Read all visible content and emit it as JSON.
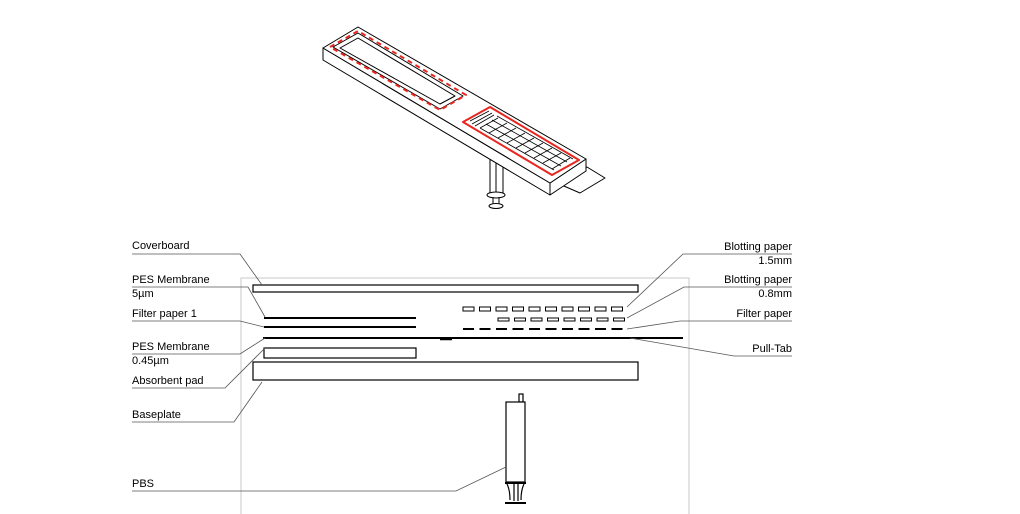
{
  "colors": {
    "line": "#000000",
    "highlight": "#e8261f",
    "frame": "#c8c8c8",
    "leader": "#555555"
  },
  "labels_left": {
    "coverboard": "Coverboard",
    "pes_5_title": "PES Membrane",
    "pes_5_size": "5µm",
    "filter_paper_1": "Filter paper 1",
    "pes_045_title": "PES Membrane",
    "pes_045_size": "0.45µm",
    "absorbent_pad": "Absorbent pad",
    "baseplate": "Baseplate",
    "pbs": "PBS"
  },
  "labels_right": {
    "blotting_15_title": "Blotting paper",
    "blotting_15_size": "1.5mm",
    "blotting_08_title": "Blotting paper",
    "blotting_08_size": "0.8mm",
    "filter_paper": "Filter paper",
    "pull_tab": "Pull-Tab"
  }
}
